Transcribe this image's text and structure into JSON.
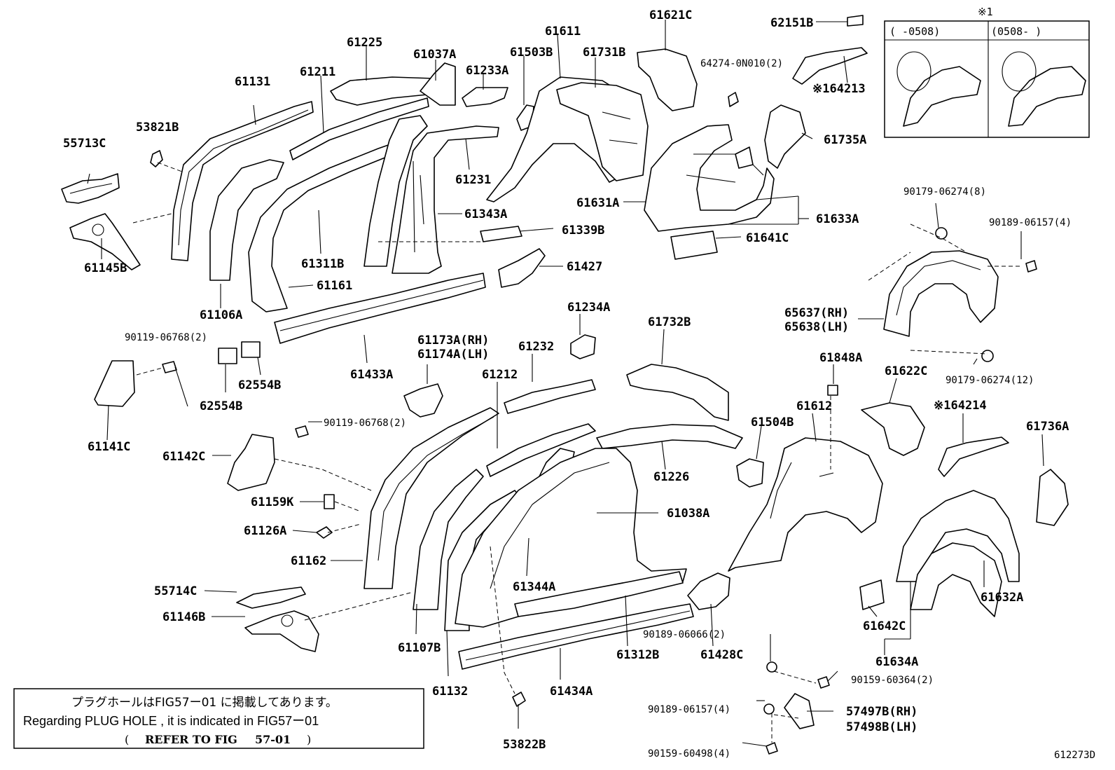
{
  "diagram_id": "612273D",
  "inset": {
    "mark": "※1",
    "left_range": "(      -0508)",
    "right_range": "(0508-      )"
  },
  "note": {
    "jp": "プラグホールはFIG57ー01 に掲載してあります。",
    "en": "Regarding PLUG HOLE , it is indicated in FIG57ー01",
    "ref_open": "(",
    "ref_text": "REFER TO FIG",
    "ref_num": "57-01",
    "ref_close": ")"
  },
  "labels": {
    "p61131": "61131",
    "p61225": "61225",
    "p61211": "61211",
    "p61037A": "61037A",
    "p61611": "61611",
    "p61233A": "61233A",
    "p61503B": "61503B",
    "p61731B": "61731B",
    "p61621C": "61621C",
    "p64274": "64274-0N010(2)",
    "p62151B": "62151B",
    "p64213": "※164213",
    "p53821B": "53821B",
    "p55713C": "55713C",
    "p61231": "61231",
    "p61735A": "61735A",
    "p61631A": "61631A",
    "p61633A": "61633A",
    "p61343A": "61343A",
    "p61339B": "61339B",
    "p61641C": "61641C",
    "p61145B": "61145B",
    "p61311B": "61311B",
    "p61427": "61427",
    "p61161": "61161",
    "p61106A": "61106A",
    "p90179_8": "90179-06274(8)",
    "p90189_4a": "90189-06157(4)",
    "p65637": "65637(RH)",
    "p65638": "65638(LH)",
    "p90119a": "90119-06768(2)",
    "p61234A": "61234A",
    "p61732B": "61732B",
    "p61173A": "61173A(RH)",
    "p61174A": "61174A(LH)",
    "p61232": "61232",
    "p61433A": "61433A",
    "p62554B_a": "62554B",
    "p62554B_b": "62554B",
    "p61212": "61212",
    "p61848A": "61848A",
    "p61622C": "61622C",
    "p90179_12": "90179-06274(12)",
    "p61612": "61612",
    "p64214": "※164214",
    "p61736A": "61736A",
    "p61141C": "61141C",
    "p90119b": "90119-06768(2)",
    "p61142C": "61142C",
    "p61504B": "61504B",
    "p61226": "61226",
    "p61159K": "61159K",
    "p61038A": "61038A",
    "p61126A": "61126A",
    "p61162": "61162",
    "p61344A": "61344A",
    "p61632A": "61632A",
    "p55714C": "55714C",
    "p61146B": "61146B",
    "p61642C": "61642C",
    "p61107B": "61107B",
    "p61312B": "61312B",
    "p61428C": "61428C",
    "p90189_2": "90189-06066(2)",
    "p61634A": "61634A",
    "p90159_2": "90159-60364(2)",
    "p61132": "61132",
    "p61434A": "61434A",
    "p90189_4b": "90189-06157(4)",
    "p57497B": "57497B(RH)",
    "p57498B": "57498B(LH)",
    "p53822B": "53822B",
    "p90159_4": "90159-60498(4)"
  }
}
